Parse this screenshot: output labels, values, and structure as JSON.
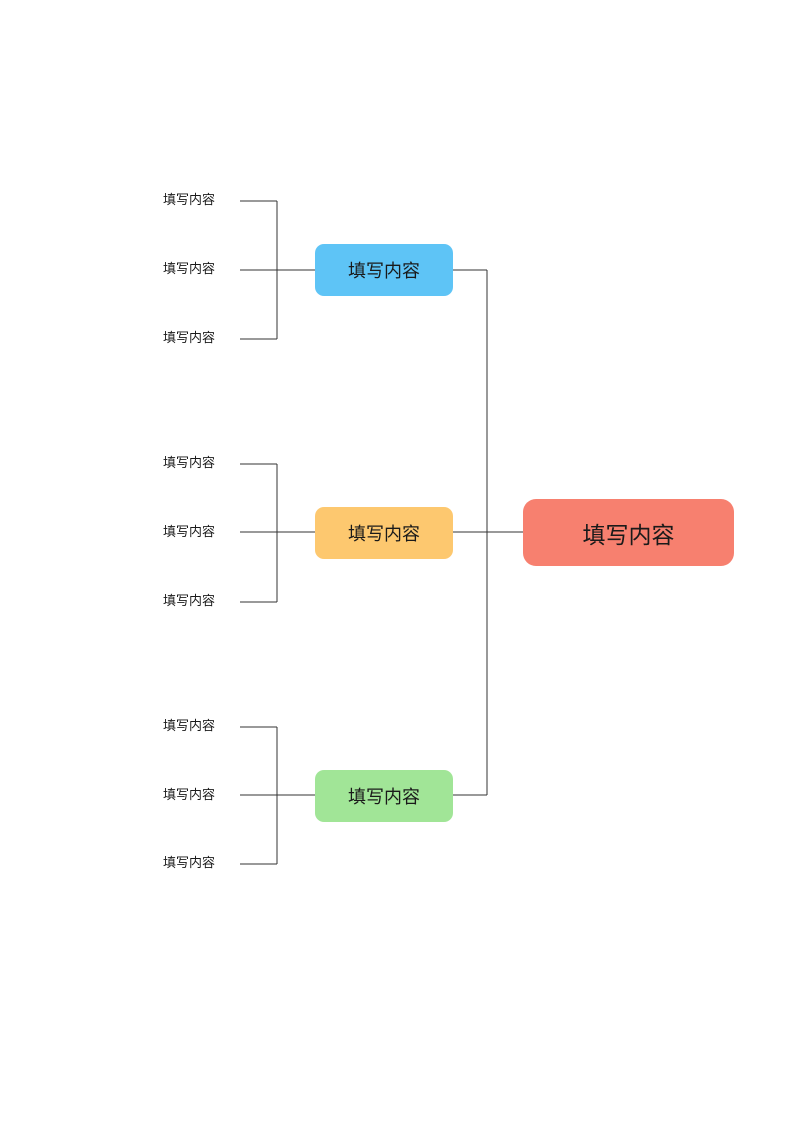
{
  "colors": {
    "root": "#f7806f",
    "branch_1": "#5ec4f6",
    "branch_2": "#fdc86f",
    "branch_3": "#a1e597",
    "connector": "#333333"
  },
  "root": {
    "label": "填写内容"
  },
  "branches": [
    {
      "label": "填写内容",
      "leaves": [
        "填写内容",
        "填写内容",
        "填写内容"
      ]
    },
    {
      "label": "填写内容",
      "leaves": [
        "填写内容",
        "填写内容",
        "填写内容"
      ]
    },
    {
      "label": "填写内容",
      "leaves": [
        "填写内容",
        "填写内容",
        "填写内容"
      ]
    }
  ]
}
